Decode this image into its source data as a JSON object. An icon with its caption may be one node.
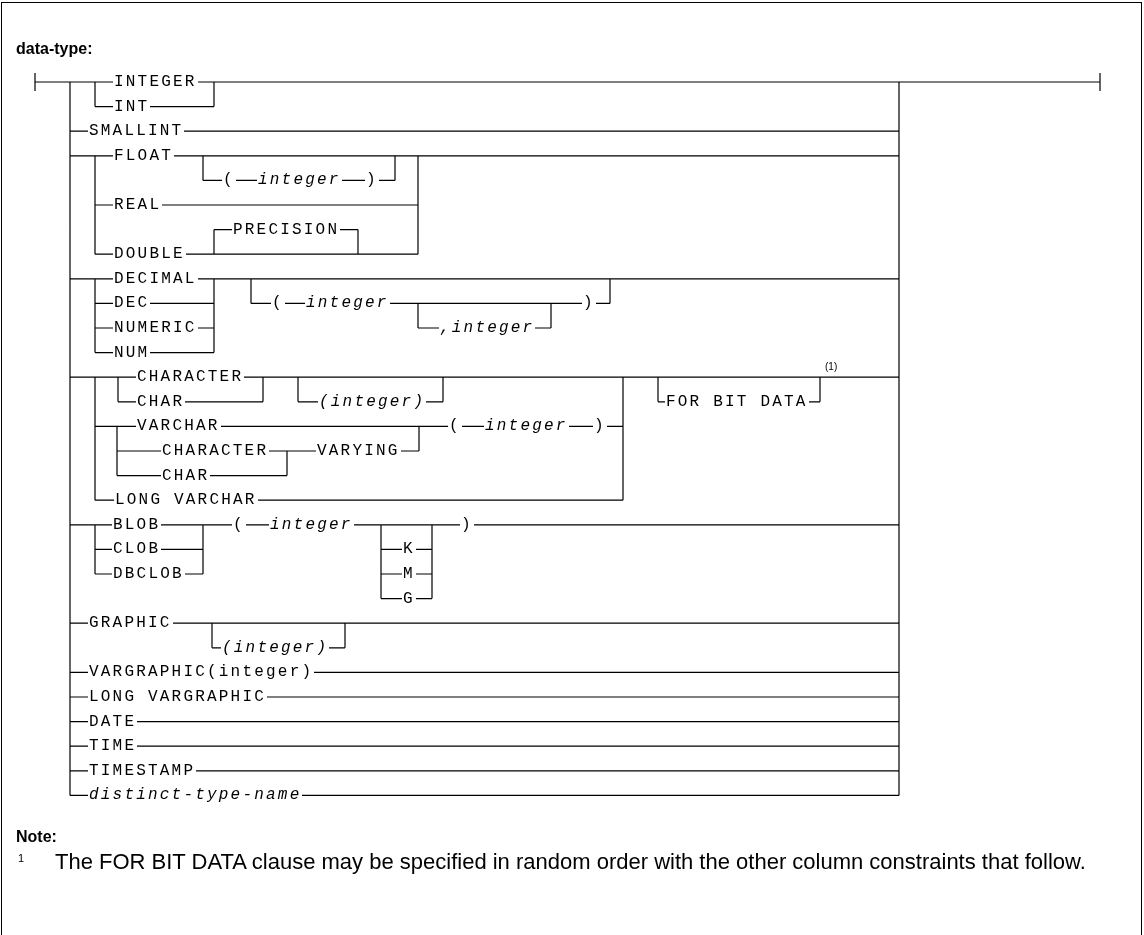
{
  "diagram": {
    "title": "data-type:",
    "labels": [
      "INTEGER",
      "INT",
      "SMALLINT",
      "FLOAT",
      "(",
      "integer",
      ")",
      "REAL",
      "PRECISION",
      "DOUBLE",
      "DECIMAL",
      "DEC",
      "(",
      "integer",
      ")",
      "NUMERIC",
      ",integer",
      "NUM",
      "CHARACTER",
      "CHAR",
      "(integer)",
      "FOR BIT DATA",
      "(1)",
      "VARCHAR",
      "(",
      "integer",
      ")",
      "CHARACTER",
      "VARYING",
      "CHAR",
      "LONG VARCHAR",
      "BLOB",
      "(",
      "integer",
      ")",
      "CLOB",
      "K",
      "DBCLOB",
      "M",
      "G",
      "GRAPHIC",
      "(integer)",
      "VARGRAPHIC(integer)",
      "LONG VARGRAPHIC",
      "DATE",
      "TIME",
      "TIMESTAMP",
      "distinct-type-name",
      "Note:",
      "1",
      "The FOR BIT DATA clause may be specified in random order with the other column constraints that follow."
    ]
  }
}
